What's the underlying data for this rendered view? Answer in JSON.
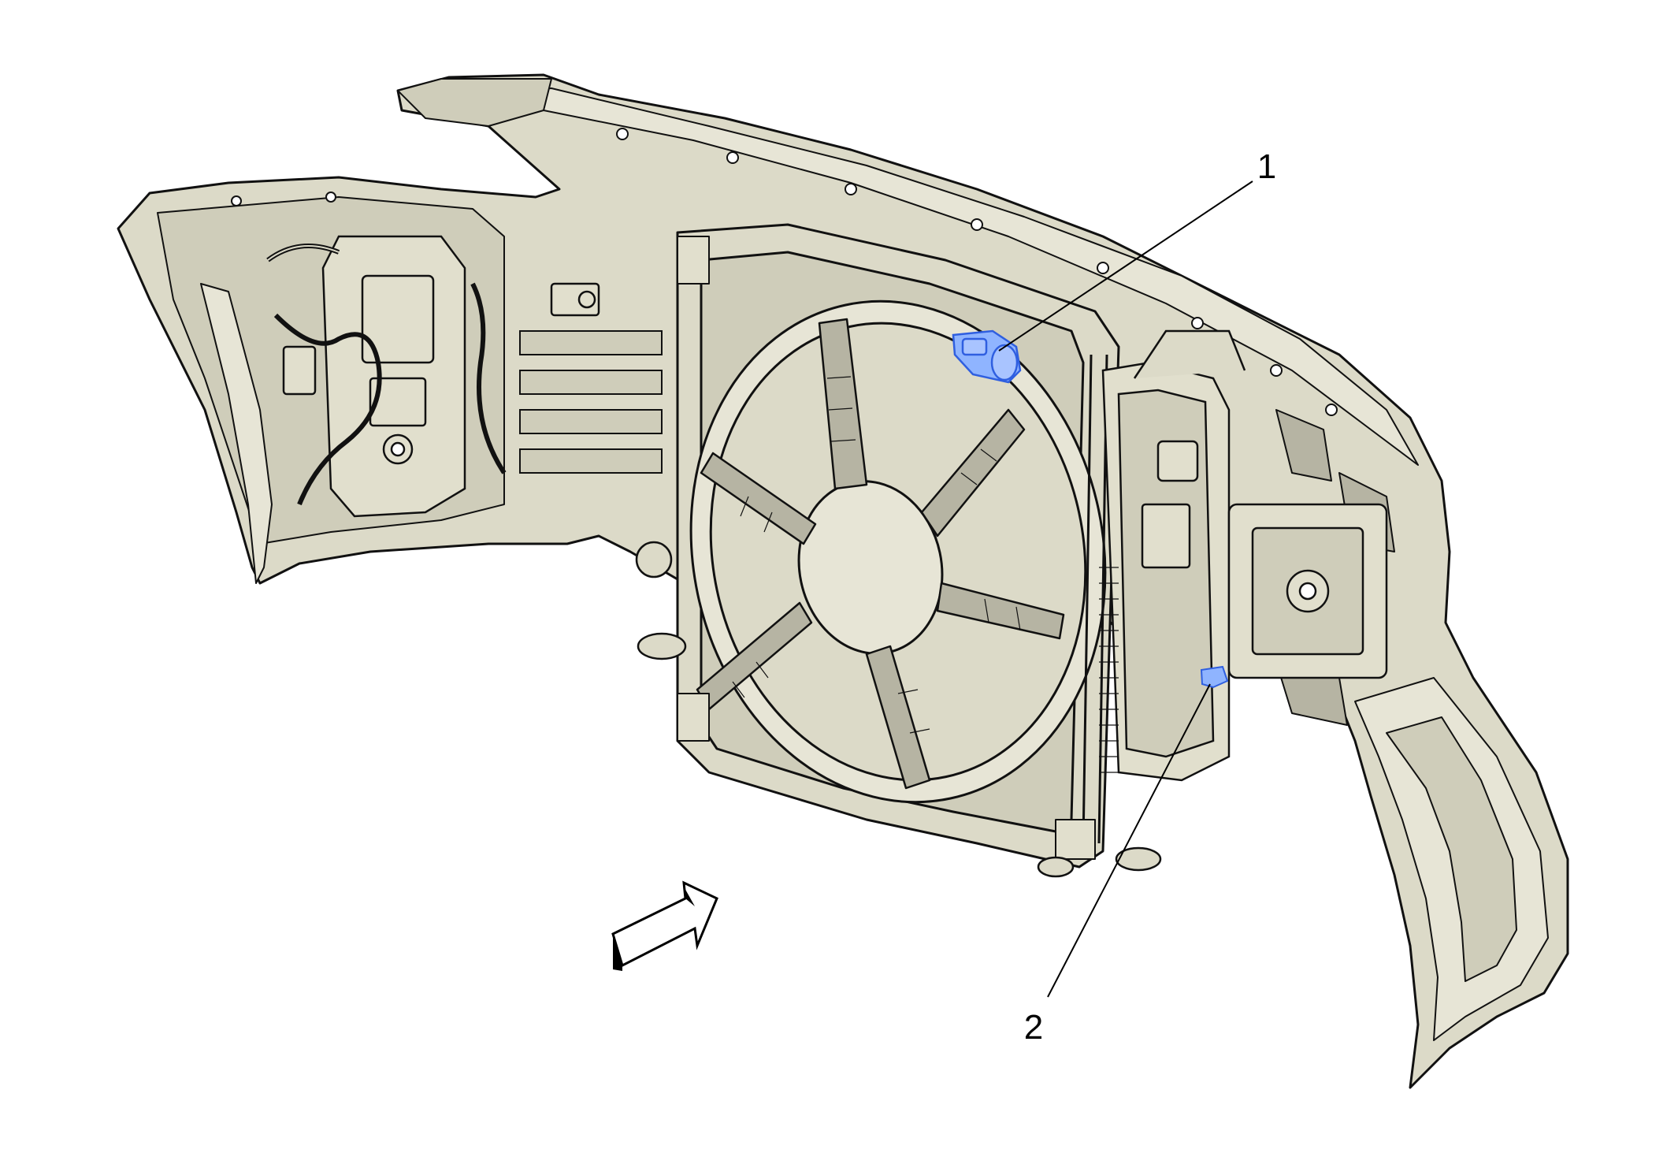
{
  "diagram": {
    "colors": {
      "background": "#ffffff",
      "part_fill": "#dcdac8",
      "part_fill_light": "#e7e5d6",
      "part_shadow": "#b6b4a3",
      "line": "#111111",
      "highlight_fill": "#8fb4ff",
      "highlight_stroke": "#2f5fe0"
    },
    "callouts": [
      {
        "number": "1",
        "target": "upper-component-highlight"
      },
      {
        "number": "2",
        "target": "lower-bracket-highlight"
      }
    ],
    "direction_arrow": {
      "meaning": "vehicle-forward",
      "icon": "hollow-arrow-icon"
    }
  }
}
